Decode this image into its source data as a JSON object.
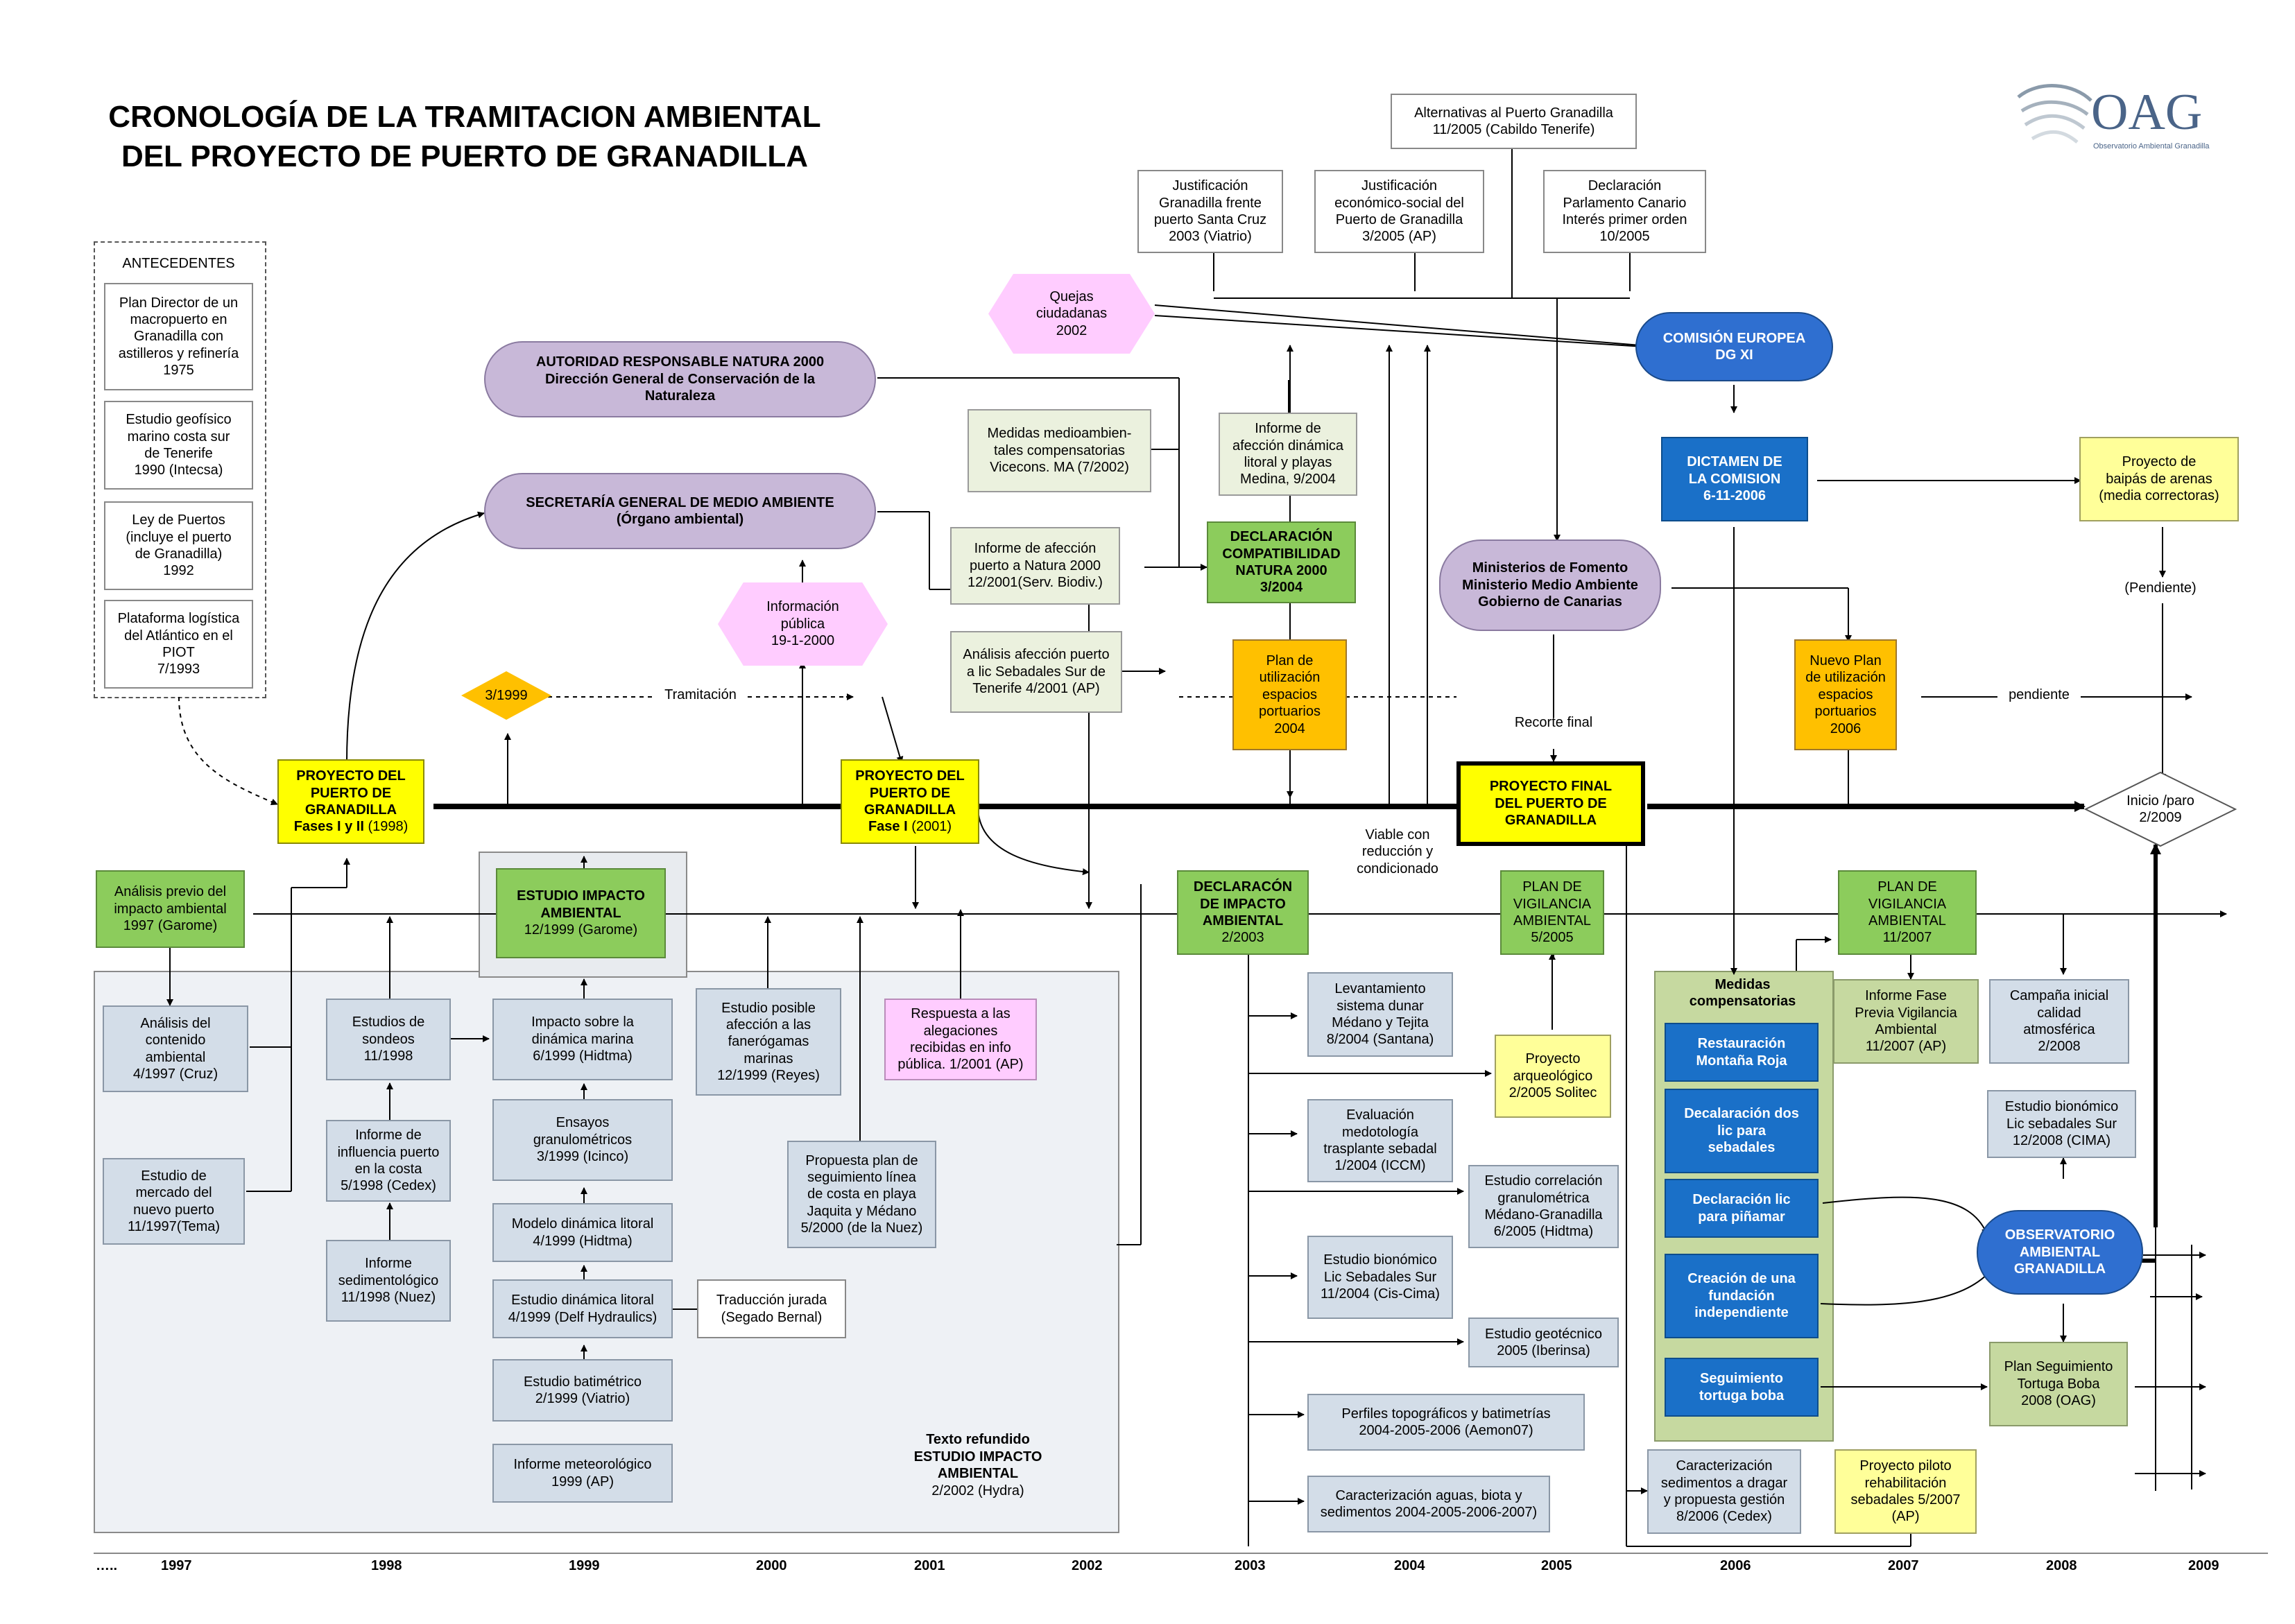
{
  "title_line1": "CRONOLOGÍA DE LA TRAMITACION AMBIENTAL",
  "title_line2": "DEL PROYECTO DE PUERTO DE GRANADILLA",
  "logo": {
    "text": "OAG",
    "subtitle": "Observatorio Ambiental Granadilla"
  },
  "antecedentes": {
    "header": "ANTECEDENTES",
    "items": [
      "Plan Director de un\nmacropuerto en\nGranadilla  con\nastilleros y refinería\n1975",
      "Estudio geofísico\nmarino costa sur\nde Tenerife\n1990 (Intecsa)",
      "Ley de Puertos\n(incluye el puerto\nde Granadilla)\n1992",
      "Plataforma logística\ndel Atlántico en el\nPIOT\n7/1993"
    ]
  },
  "top_boxes": {
    "alternativas": "Alternativas al Puerto Granadilla\n11/2005 (Cabildo Tenerife)",
    "justificacion_viatrio": "Justificación\nGranadilla frente\npuerto Santa Cruz\n2003 (Viatrio)",
    "justificacion_ap": "Justificación\neconómico-social del\nPuerto de Granadilla\n3/2005 (AP)",
    "declaracion_parlamento": "Declaración\nParlamento Canario\nInterés primer orden\n10/2005"
  },
  "quejas": "Quejas\nciudadanas\n2002",
  "comision_europea": "COMISIÓN EUROPEA\nDG XI",
  "autoridad": "AUTORIDAD RESPONSABLE NATURA 2000\nDirección General de Conservación de la\nNaturaleza",
  "secretaria": "SECRETARÍA GENERAL DE MEDIO AMBIENTE\n(Órgano ambiental)",
  "medidas_vicecons": "Medidas medioambien-\ntales compensatorias\nVicecons. MA (7/2002)",
  "informe_dinamica": "Informe de\nafección dinámica\nlitoral y playas\nMedina, 9/2004",
  "dictamen": "DICTAMEN DE\nLA COMISION\n6-11-2006",
  "bypass": "Proyecto de\nbaipás de arenas\n(media correctoras)",
  "pendiente_label": "(Pendiente)",
  "informe_natura": "Informe de afección\npuerto a Natura 2000\n12/2001(Serv. Biodiv.)",
  "declaracion_natura": "DECLARACIÓN\nCOMPATIBILIDAD\nNATURA 2000\n3/2004",
  "ministerios": "Ministerios de Fomento\nMinisterio Medio Ambiente\nGobierno de Canarias",
  "informacion_publica": "Información\npública\n19-1-2000",
  "analisis_sebadales": "Análisis afección puerto\na lic Sebadales Sur de\nTenerife 4/2001 (AP)",
  "plan_2004": "Plan de\nutilización\nespacios\nportuarios\n2004",
  "nuevo_plan": "Nuevo Plan\nde utilización\nespacios\nportuarios\n2006",
  "pendiente_line": "pendiente",
  "d3_1999": "3/1999",
  "tramitacion": "Tramitación",
  "recorte_final": "Recorte final",
  "proyecto_1998": {
    "title": "PROYECTO DEL\nPUERTO DE\nGRANADILLA\nFases I y II",
    "date": " (1998)"
  },
  "proyecto_2001": {
    "title": "PROYECTO DEL\nPUERTO DE\nGRANADILLA\nFase I",
    "date": " (2001)"
  },
  "proyecto_final": "PROYECTO FINAL\nDEL PUERTO DE\nGRANADILLA",
  "inicio_paro": "Inicio /paro\n2/2009",
  "viable": "Viable con\nreducción y\ncondicionado",
  "analisis_previo": "Análisis previo del\nimpacto ambiental\n1997 (Garome)",
  "eia": {
    "title": "ESTUDIO IMPACTO\nAMBIENTAL",
    "date": "12/1999 (Garome)"
  },
  "dia": {
    "title": "DECLARACÓN\nDE IMPACTO\nAMBIENTAL",
    "date": "2/2003"
  },
  "pva_2005": {
    "title": "PLAN DE\nVIGILANCIA\nAMBIENTAL",
    "date": "5/2005"
  },
  "pva_2007": {
    "title": "PLAN DE\nVIGILANCIA\nAMBIENTAL",
    "date": "11/2007"
  },
  "gray_boxes": {
    "analisis_contenido": "Análisis del\ncontenido\nambiental\n4/1997 (Cruz)",
    "estudio_mercado": "Estudio de\nmercado del\nnuevo puerto\n11/1997(Tema)",
    "estudios_sondeos": "Estudios de\nsondeos\n11/1998",
    "informe_influencia": "Informe de\ninfluencia puerto\nen la costa\n5/1998 (Cedex)",
    "informe_sedimentologico": "Informe\nsedimentológico\n11/1998 (Nuez)",
    "impacto_dinamica": "Impacto sobre la\ndinámica marina\n6/1999 (Hidtma)",
    "ensayos": "Ensayos\ngranulométricos\n3/1999 (Icinco)",
    "modelo_dinamica": "Modelo dinámica litoral\n4/1999 (Hidtma)",
    "estudio_dinamica_delf": "Estudio dinámica litoral\n4/1999 (Delf Hydraulics)",
    "estudio_batimetrico": "Estudio batimétrico\n2/1999 (Viatrio)",
    "informe_meteorologico": "Informe meteorológico\n1999 (AP)",
    "fanerogamas": "Estudio posible\nafección a las\nfanerógamas\nmarinas\n12/1999 (Reyes)",
    "propuesta_plan": "Propuesta plan de\nseguimiento línea\nde costa en playa\nJaquita y Médano\n5/2000 (de la Nuez)",
    "levantamiento": "Levantamiento\nsistema dunar\nMédano y Tejita\n8/2004 (Santana)",
    "evaluacion_trasplante": "Evaluación\nmedotología\ntrasplante sebadal\n1/2004 (ICCM)",
    "estudio_correlacion": "Estudio correlación\ngranulométrica\nMédano-Granadilla\n6/2005 (Hidtma)",
    "bionomico_2004": "Estudio bionómico\nLic Sebadales Sur\n11/2004 (Cis-Cima)",
    "geotecnico": "Estudio geotécnico\n2005 (Iberinsa)",
    "perfiles": "Perfiles topográficos y batimetrías\n2004-2005-2006 (Aemon07)",
    "caracterizacion_aguas": "Caracterización aguas, biota y\nsedimentos 2004-2005-2006-2007)",
    "caracterizacion_sedimentos": "Caracterización\nsedimentos a dragar\ny propuesta gestión\n8/2006 (Cedex)",
    "campana": "Campaña inicial\ncalidad\natmosférica\n2/2008",
    "bionomico_2008": "Estudio bionómico\nLic sebadales Sur\n12/2008 (CIMA)"
  },
  "traduccion": "Traducción jurada\n(Segado Bernal)",
  "respuesta": "Respuesta a las\nalegaciones\nrecibidas  en info\npública. 1/2001 (AP)",
  "texto_refundido": {
    "title": "Texto refundido\nESTUDIO IMPACTO\nAMBIENTAL",
    "date": "2/2002 (Hydra)"
  },
  "arqueologico": "Proyecto\narqueológico\n2/2005 Solitec",
  "medidas_compensatorias": {
    "header": "Medidas\ncompensatorias",
    "items": [
      "Restauración\nMontaña Roja",
      "Decalaración dos\nlic para\nsebadales",
      "Declaración lic\npara piñamar",
      "Creación de una\nfundación\nindependiente",
      "Seguimiento\ntortuga boba"
    ]
  },
  "informe_fase_previa": "Informe Fase\nPrevia Vigilancia\nAmbiental\n11/2007 (AP)",
  "observatorio": "OBSERVATORIO\nAMBIENTAL\nGRANADILLA",
  "plan_tortuga": "Plan Seguimiento\nTortuga Boba\n2008 (OAG)",
  "proyecto_piloto": "Proyecto piloto\nrehabilitación\nsebadales 5/2007\n(AP)",
  "timeline": {
    "start": "…..",
    "years": [
      "1997",
      "1998",
      "1999",
      "2000",
      "2001",
      "2002",
      "2003",
      "2004",
      "2005",
      "2006",
      "2007",
      "2008",
      "2009"
    ]
  },
  "colors": {
    "yellow": "#ffff00",
    "green": "#8ccc5c",
    "blue": "#1a70c8",
    "orange": "#ffc000",
    "purple": "#c8b8d8",
    "gray": "#d3dde8",
    "pink": "#ffccff"
  }
}
